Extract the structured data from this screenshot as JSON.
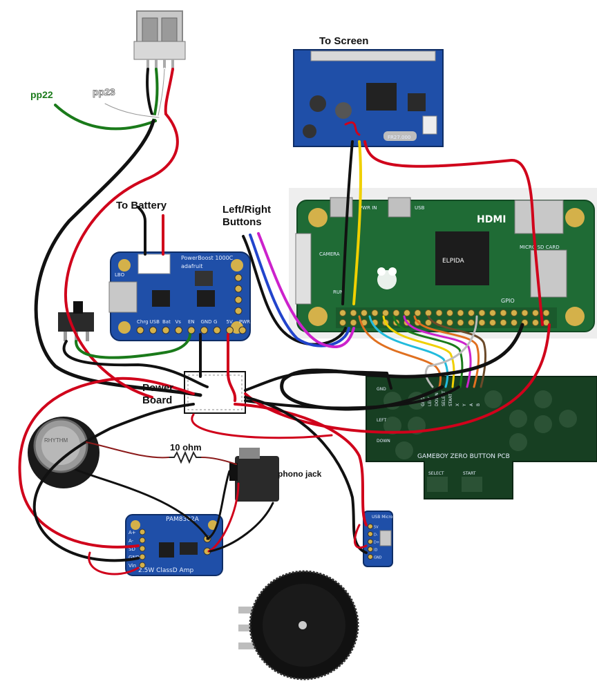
{
  "labels": {
    "to_screen": "To Screen",
    "to_battery": "To Battery",
    "left_right_buttons": "Left/Right\nButtons",
    "power_board": "Power\nBoard",
    "ten_ohm": "10 ohm",
    "phono_jack": "phono jack",
    "pp22": "pp22",
    "pp23": "pp23"
  },
  "powerboost": {
    "title": "PowerBoost 1000C",
    "brand": "adafruit",
    "pins": [
      "Chrg",
      "USB",
      "Bat",
      "Vs",
      "EN",
      "GND",
      "G",
      "5V",
      "PWR"
    ],
    "lbo": "LBO"
  },
  "pi": {
    "mini_hdmi": "HDMI",
    "pwr_in": "PWR IN",
    "usb": "USB",
    "micro_sd": "MICRO SD CARD",
    "camera": "CAMERA",
    "elpida": "ELPIDA",
    "run": "RUN",
    "gpio": "GPIO"
  },
  "button_pcb": {
    "title": "GAMEBOY ZERO BUTTON PCB",
    "gnd": "GND",
    "pins": [
      "GND",
      "LEFT",
      "DOWN",
      "SELECT",
      "START",
      "X",
      "Y",
      "A",
      "B"
    ],
    "left": "LEFT",
    "down": "DOWN",
    "select": "SELECT",
    "start": "START"
  },
  "amp": {
    "title": "PAM8302A",
    "subtitle": "2.5W ClassD Amp",
    "pins": [
      "A+",
      "A-",
      "SD",
      "GND",
      "Vin"
    ]
  },
  "usb_breakout": {
    "label": "USB Micro",
    "pins": [
      "5V",
      "D-",
      "D+",
      "ID",
      "GND"
    ]
  },
  "screen_driver": {
    "crystal": "FR27.000"
  },
  "speaker": {
    "label": "RHYTHM"
  },
  "colors": {
    "wire_red": "#d0021b",
    "wire_black": "#111111",
    "wire_green": "#1a7a1a",
    "wire_yellow": "#f0d000",
    "wire_blue": "#2244cc",
    "wire_magenta": "#cc22cc",
    "pcb_blue": "#1f4fa8",
    "pcb_green": "#1f6b35",
    "pcb_dark_green": "#173f22"
  }
}
